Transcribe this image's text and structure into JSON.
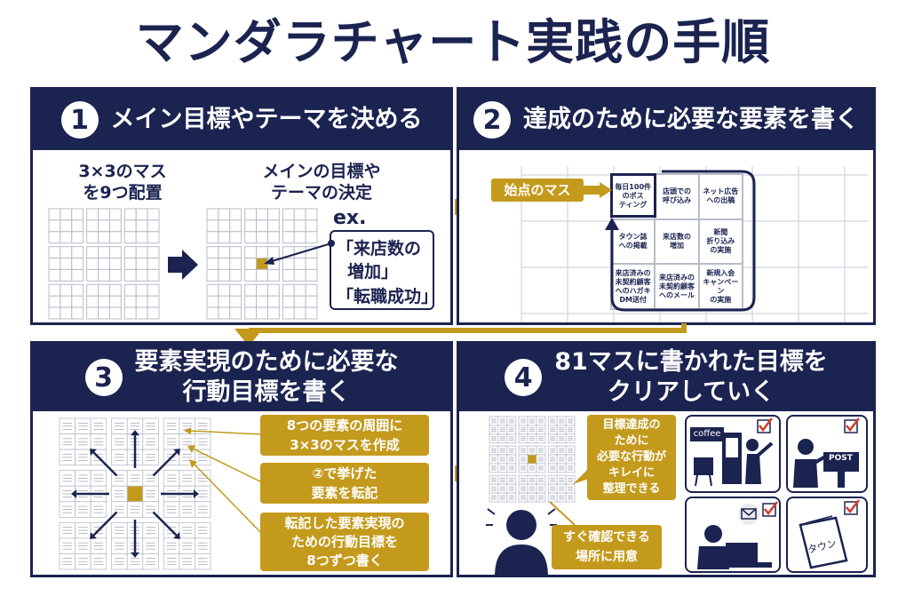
{
  "title": "マンダラチャート実践の手順",
  "panel1": {
    "num": "1",
    "heading": "メイン目標やテーマを決める",
    "left_caption_line1": "3×3のマス",
    "left_caption_line2": "を9つ配置",
    "right_caption_line1": "メインの目標や",
    "right_caption_line2": "テーマの決定",
    "ex_label": "ex.",
    "example_line1": "「来店数の",
    "example_line2": "増加」",
    "example_line3": "「転職成功」"
  },
  "panel2": {
    "num": "2",
    "heading": "達成のために必要な要素を書く",
    "start_label": "始点のマス",
    "cells": [
      [
        "毎日100件",
        "のポス",
        "ティング"
      ],
      [
        "店頭での",
        "呼び込み"
      ],
      [
        "ネット広告",
        "への出稿"
      ],
      [
        "タウン誌",
        "への掲載"
      ],
      [
        "来店数の",
        "増加"
      ],
      [
        "新聞",
        "折り込み",
        "の実施"
      ],
      [
        "来店済みの",
        "未契約顧客",
        "へのハガキ",
        "DM送付"
      ],
      [
        "来店済みの",
        "未契約顧客",
        "へのメール"
      ],
      [
        "新規入会",
        "キャンペーン",
        "の実施"
      ]
    ]
  },
  "panel3": {
    "num": "3",
    "heading_line1": "要素実現のために必要な",
    "heading_line2": "行動目標を書く",
    "callout1_line1": "8つの要素の周囲に",
    "callout1_line2": "3×3のマスを作成",
    "callout2_line1": "②で挙げた",
    "callout2_line2": "要素を転記",
    "callout3_line1": "転記した要素実現の",
    "callout3_line2": "ための行動目標を",
    "callout3_line3": "8つずつ書く"
  },
  "panel4": {
    "num": "4",
    "heading_line1": "81マスに書かれた目標を",
    "heading_line2": "クリアしていく",
    "callout1_line1": "目標達成の",
    "callout1_line2": "ために",
    "callout1_line3": "必要な行動が",
    "callout1_line4": "キレイに",
    "callout1_line5": "整理できる",
    "callout2_line1": "すぐ確認できる",
    "callout2_line2": "場所に用意",
    "coffee_label": "coffee",
    "post_label": "POST",
    "town_label": "タウン"
  },
  "colors": {
    "navy": "#1b2350",
    "gold": "#c49a1c",
    "grid_gray": "#b7bcc8"
  }
}
